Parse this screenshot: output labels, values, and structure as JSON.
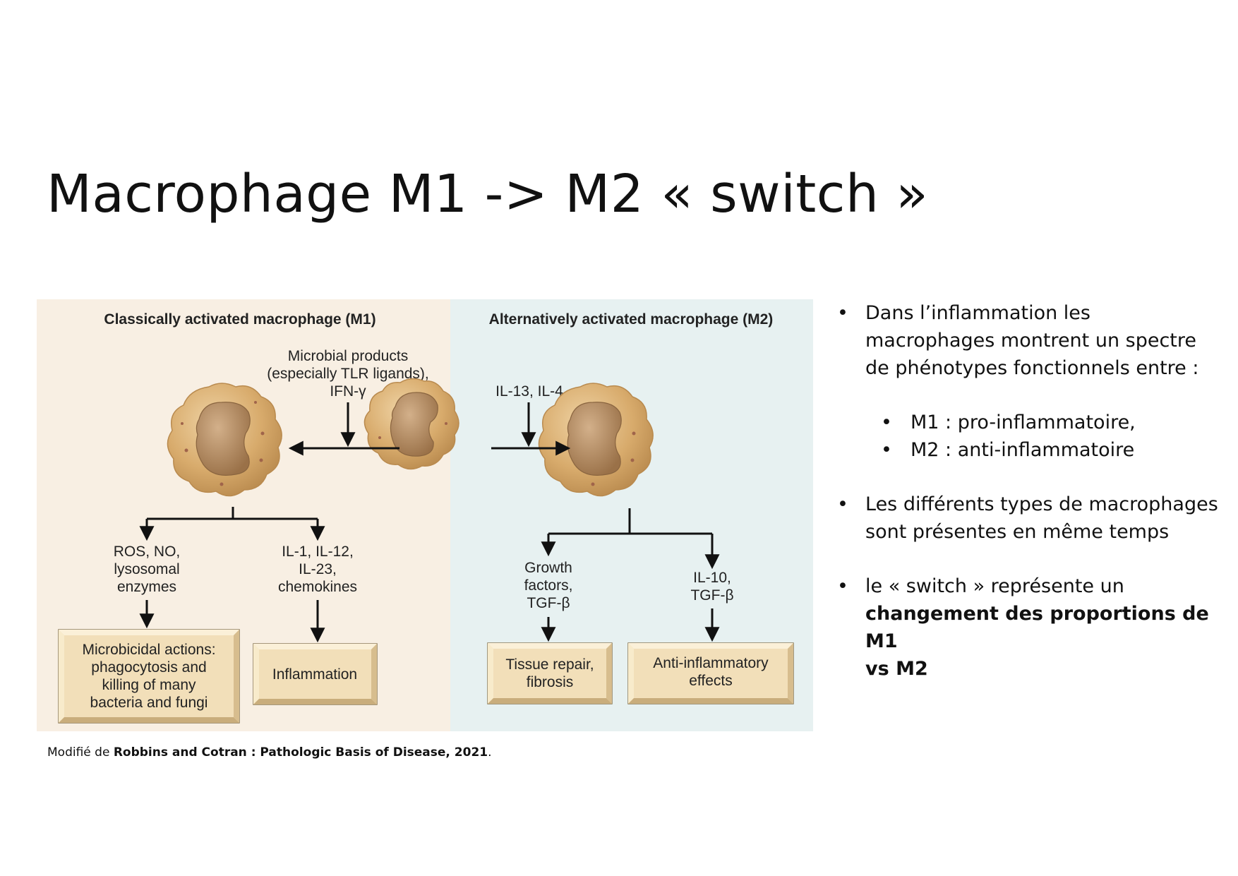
{
  "title": "Macrophage M1 -> M2 « switch »",
  "diagram": {
    "m1_header": "Classically activated macrophage (M1)",
    "m2_header": "Alternatively activated macrophage (M2)",
    "microbial_products": [
      "Microbial products",
      "(especially TLR ligands),",
      "IFN-γ"
    ],
    "il13_il4": "IL-13, IL-4",
    "ros_no": [
      "ROS, NO,",
      "lysosomal",
      "enzymes"
    ],
    "il1_il12": [
      "IL-1, IL-12,",
      "IL-23,",
      "chemokines"
    ],
    "growth_factors": [
      "Growth",
      "factors,",
      "TGF-β"
    ],
    "il10_tgf": [
      "IL-10,",
      "TGF-β"
    ],
    "box_microbicidal": [
      "Microbicidal actions:",
      "phagocytosis and",
      "killing of many",
      "bacteria and fungi"
    ],
    "box_inflammation": [
      "Inflammation"
    ],
    "box_tissue_repair": [
      "Tissue repair,",
      "fibrosis"
    ],
    "box_anti_inflammatory": [
      "Anti-inflammatory",
      "effects"
    ]
  },
  "caption": {
    "prefix": "Modifié de ",
    "source": "Robbins and Cotran : Pathologic Basis of Disease, 2021",
    "suffix": "."
  },
  "bullets": {
    "b1": [
      "Dans l’inflammation les",
      "macrophages montrent un spectre",
      "de phénotypes fonctionnels entre :"
    ],
    "sub1": "M1 : pro-inflammatoire,",
    "sub2": "M2 : anti-inflammatoire",
    "b2": [
      "Les différents types de macrophages",
      "sont présentes en même temps"
    ],
    "b3_plain": "le « switch » représente un",
    "b3_bold": [
      "changement des proportions de M1",
      "vs M2"
    ]
  },
  "colors": {
    "m1_bg": "#f8efe3",
    "m2_bg": "#e7f1f1",
    "box_fill": "#f2dfb9",
    "cell_body": "#d8ab6c",
    "nucleus": "#b48a5c"
  }
}
